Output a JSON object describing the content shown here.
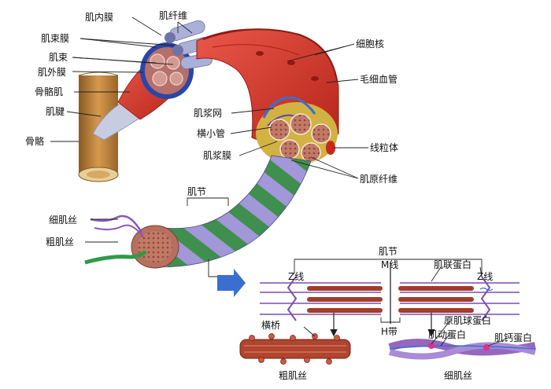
{
  "labels": {
    "endomysium": "肌内膜",
    "muscle_fiber": "肌纤维",
    "perimysium": "肌束膜",
    "fascicle": "肌束",
    "epimysium": "肌外膜",
    "skeletal_muscle": "骨骼肌",
    "tendon": "肌腱",
    "bone": "骨骼",
    "nucleus": "细胞核",
    "capillary": "毛细血管",
    "sarcoplasmic_reticulum": "肌浆网",
    "t_tubule": "横小管",
    "sarcolemma": "肌浆膜",
    "mitochondrion": "线粒体",
    "myofibril": "肌原纤维",
    "sarcomere_top": "肌节",
    "thin_filament": "细肌丝",
    "thick_filament": "粗肌丝",
    "sarcomere": "肌节",
    "m_line": "M线",
    "titin": "肌联蛋白",
    "z_line_left": "Z线",
    "z_line_right": "Z线",
    "h_band": "H带",
    "tropomyosin": "原肌球蛋白",
    "cross_bridge": "横桥",
    "actin": "肌动蛋白",
    "troponin": "肌钙蛋白",
    "thick_caption": "粗肌丝",
    "thin_caption": "细肌丝"
  },
  "colors": {
    "muscle_red": "#d8362a",
    "muscle_dark": "#a51f18",
    "epimysium_blue": "#2a46a8",
    "fiber_lavender": "#aab0d8",
    "stripe_green": "#3f8f4e",
    "stripe_purple": "#9a8ed2",
    "myofibril_brown": "#b5705f",
    "bone": "#c8863a",
    "thin_purple": "#8a56b8",
    "thick_green": "#2f9a48",
    "arrow_blue": "#3a6fcf"
  }
}
